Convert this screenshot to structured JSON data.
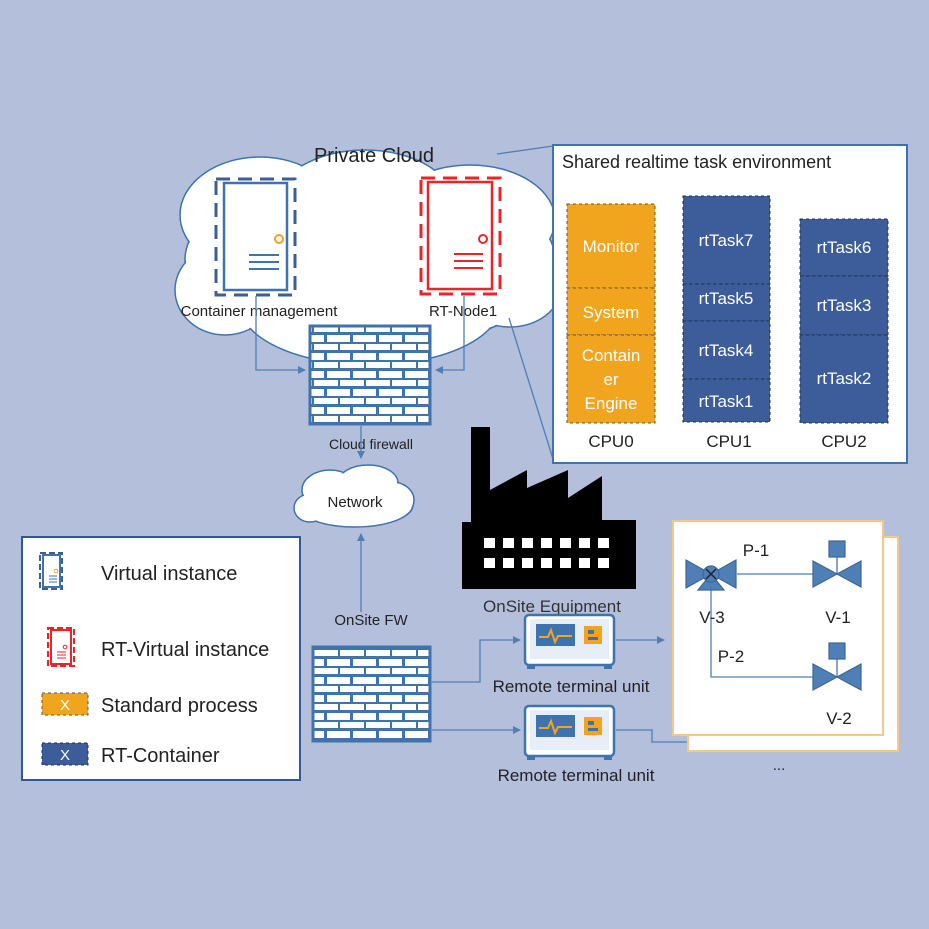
{
  "cloud": {
    "title": "Private Cloud",
    "container_management": "Container management",
    "rt_node": "RT-Node1",
    "firewall": "Cloud firewall"
  },
  "network": {
    "label": "Network"
  },
  "rt_env": {
    "title": "Shared realtime task environment",
    "cpu0": {
      "label": "CPU0",
      "blocks": [
        "Monitor",
        "System",
        "Contain",
        "er",
        "Engine"
      ]
    },
    "cpu1": {
      "label": "CPU1",
      "blocks": [
        "rtTask7",
        "rtTask5",
        "rtTask4",
        "rtTask1"
      ]
    },
    "cpu2": {
      "label": "CPU2",
      "blocks": [
        "rtTask6",
        "rtTask3",
        "rtTask2"
      ]
    }
  },
  "onsite": {
    "equipment": "OnSite Equipment",
    "fw": "OnSite FW",
    "rtu1": "Remote terminal unit",
    "rtu2": "Remote terminal unit"
  },
  "process": {
    "v3": "V-3",
    "v1": "V-1",
    "v2": "V-2",
    "p1": "P-1",
    "p2": "P-2",
    "ellipsis": "..."
  },
  "legend": {
    "virtual": "Virtual instance",
    "rt_virtual": "RT-Virtual instance",
    "standard": "Standard process",
    "rt_container": "RT-Container",
    "marker": "X"
  },
  "colors": {
    "background": "#b4bfdc",
    "blue_line": "#3e73ae",
    "rt_red": "#e8262a",
    "orange": "#f1a51f",
    "dark_blue": "#3c5d99",
    "navy": "#23406e"
  }
}
